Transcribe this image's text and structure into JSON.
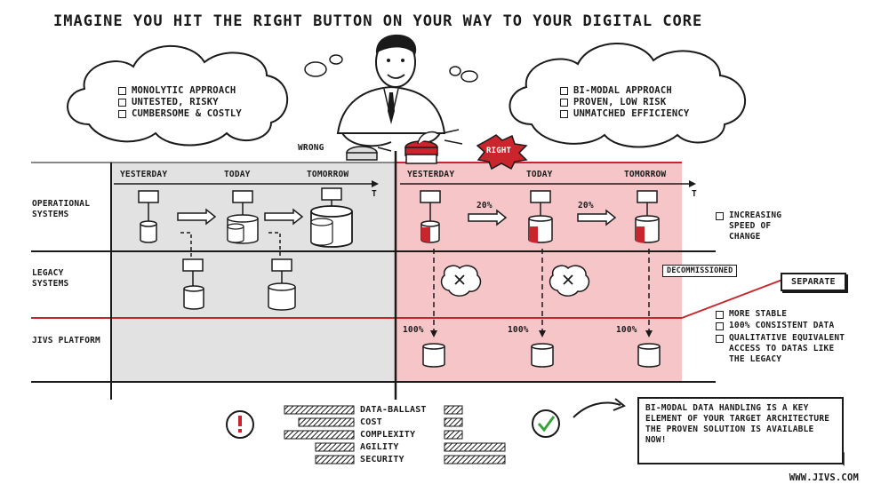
{
  "title": "IMAGINE YOU HIT THE RIGHT BUTTON ON YOUR WAY TO YOUR DIGITAL CORE",
  "wrong_cloud": {
    "items": [
      "MONOLYTIC APPROACH",
      "UNTESTED, RISKY",
      "CUMBERSOME & COSTLY"
    ]
  },
  "right_cloud": {
    "items": [
      "BI-MODAL APPROACH",
      "PROVEN, LOW RISK",
      "UNMATCHED EFFICIENCY"
    ]
  },
  "buttons": {
    "wrong_label": "WRONG",
    "right_label": "RIGHT"
  },
  "timeline": {
    "left": [
      "YESTERDAY",
      "TODAY",
      "TOMORROW"
    ],
    "right": [
      "YESTERDAY",
      "TODAY",
      "TOMORROW"
    ],
    "axis_label": "T"
  },
  "rows": {
    "operational": "OPERATIONAL SYSTEMS",
    "legacy": "LEGACY SYSTEMS",
    "jivs": "JIVS PLATFORM"
  },
  "growth": {
    "first": "20%",
    "second": "20%"
  },
  "transfer": {
    "first": "100%",
    "second": "100%",
    "third": "100%"
  },
  "decommissioned": "DECOMMISSIONED",
  "separate": "SEPARATE",
  "side_notes": {
    "speed": "INCREASING SPEED OF CHANGE",
    "stable": "MORE STABLE",
    "consistent": "100% CONSISTENT DATA",
    "access": "QUALITATIVE EQUIVALENT ACCESS TO DATAS LIKE THE LEGACY"
  },
  "bars": {
    "labels": [
      "DATA-BALLAST",
      "COST",
      "COMPLEXITY",
      "AGILITY",
      "SECURITY"
    ],
    "wrong_levels": [
      1.0,
      0.8,
      1.0,
      0.55,
      0.55
    ],
    "right_levels": [
      0.28,
      0.28,
      0.28,
      0.95,
      0.95
    ]
  },
  "summary": "BI-MODAL DATA HANDLING IS A KEY ELEMENT OF YOUR TARGET ARCHITECTURE THE PROVEN SOLUTION IS AVAILABLE NOW!",
  "footer_url": "WWW.JIVS.COM",
  "colors": {
    "right_zone": "#f5c5c8",
    "wrong_zone": "#e2e2e2",
    "accent": "#c9252c",
    "ink": "#1a1a1a"
  }
}
